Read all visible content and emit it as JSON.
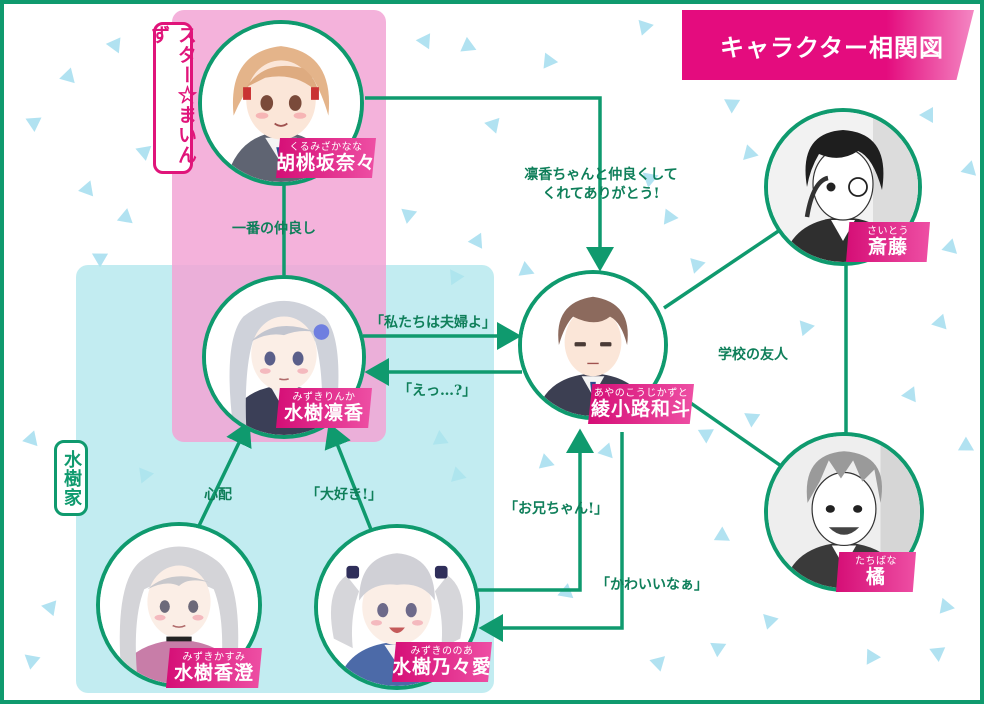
{
  "title": "キャラクター相関図",
  "groups": {
    "star_mainz": "スター☆まいんず",
    "mizuki_family": "水樹家"
  },
  "characters": {
    "nana": {
      "ruby": "くるみざかなな",
      "name": "胡桃坂奈々"
    },
    "rinka": {
      "ruby": "みずきりんか",
      "name": "水樹凛香"
    },
    "kazuto": {
      "ruby": "あやのこうじかずと",
      "name": "綾小路和斗"
    },
    "saito": {
      "ruby": "さいとう",
      "name": "斎藤"
    },
    "tachibana": {
      "ruby": "たちばな",
      "name": "橘"
    },
    "kasumi": {
      "ruby": "みずきかすみ",
      "name": "水樹香澄"
    },
    "noa": {
      "ruby": "みずきののあ",
      "name": "水樹乃々愛"
    }
  },
  "relations": {
    "best_friends": "一番の仲良し",
    "thanks_line1": "凛香ちゃんと仲良くして",
    "thanks_line2": "くれてありがとう!",
    "married": "「私たちは夫婦よ」",
    "eh": "「えっ…?」",
    "school_friends": "学校の友人",
    "worry": "心配",
    "love": "「大好き!」",
    "onii": "「お兄ちゃん!」",
    "cute": "「かわいいなぁ」"
  },
  "colors": {
    "line": "#0f9a6e",
    "accent": "#e0147a",
    "pink_group": "#f2a5d5",
    "cyan_group": "#aee6ec"
  }
}
